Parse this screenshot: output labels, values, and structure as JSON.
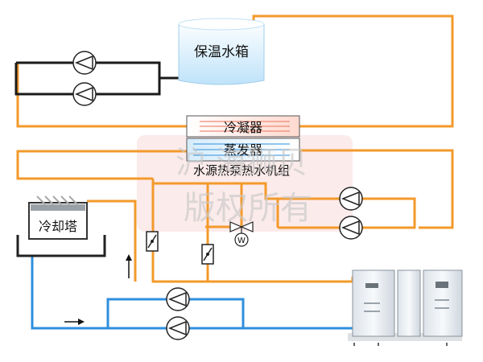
{
  "labels": {
    "insulated_tank": "保温水箱",
    "condenser": "冷凝器",
    "evaporator": "蒸发器",
    "heat_pump_unit": "水源热泵热水机组",
    "cooling_tower": "冷却塔",
    "valve_mark": "W"
  },
  "watermark": {
    "line1": "沪  海狮贝",
    "line2": "版权所有"
  },
  "colors": {
    "hot_water_pipe": "#f39a2b",
    "cold_water_pipe": "#2f8fdd",
    "supply_pipe": "#1a1a1a",
    "tank_fill": "#dff2ff",
    "watermark_box": "#fbe3e3"
  }
}
